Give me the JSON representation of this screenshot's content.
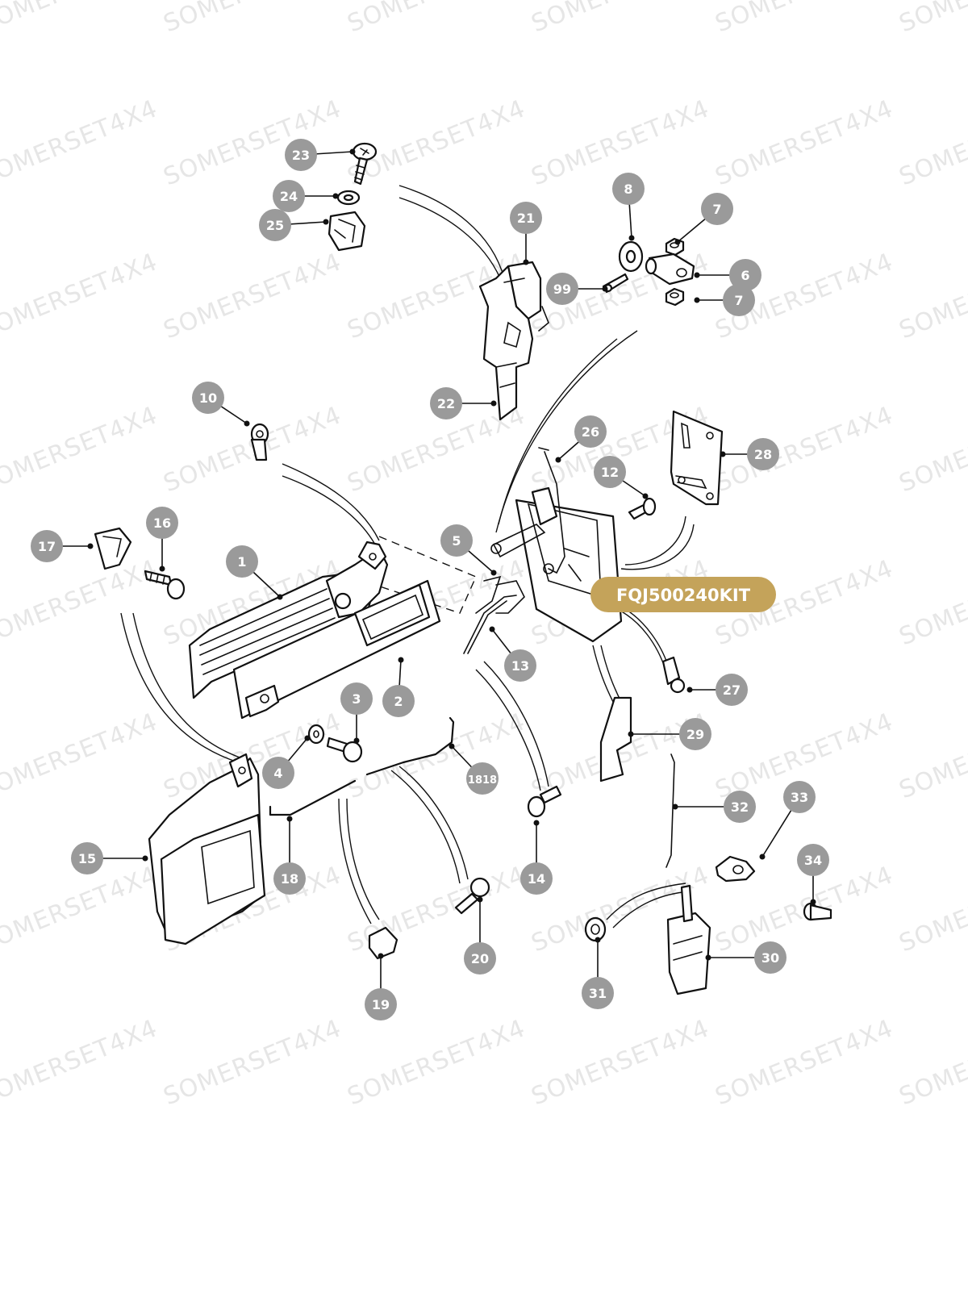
{
  "watermark": {
    "text": "SOMERSET4X4",
    "color": "#e6e6e6"
  },
  "kit": {
    "label": "FQJ500240KIT",
    "color": "#c4a35a"
  },
  "badge_color": "#9a9a9a",
  "callouts": [
    {
      "label": "1"
    },
    {
      "label": "2"
    },
    {
      "label": "3"
    },
    {
      "label": "4"
    },
    {
      "label": "5"
    },
    {
      "label": "6"
    },
    {
      "label": "7"
    },
    {
      "label": "7"
    },
    {
      "label": "8"
    },
    {
      "label": "10"
    },
    {
      "label": "12"
    },
    {
      "label": "13"
    },
    {
      "label": "14"
    },
    {
      "label": "15"
    },
    {
      "label": "16"
    },
    {
      "label": "17"
    },
    {
      "label": "18"
    },
    {
      "label": "1818"
    },
    {
      "label": "19"
    },
    {
      "label": "20"
    },
    {
      "label": "21"
    },
    {
      "label": "22"
    },
    {
      "label": "23"
    },
    {
      "label": "24"
    },
    {
      "label": "25"
    },
    {
      "label": "26"
    },
    {
      "label": "27"
    },
    {
      "label": "28"
    },
    {
      "label": "29"
    },
    {
      "label": "30"
    },
    {
      "label": "31"
    },
    {
      "label": "32"
    },
    {
      "label": "33"
    },
    {
      "label": "34"
    },
    {
      "label": "99"
    }
  ]
}
